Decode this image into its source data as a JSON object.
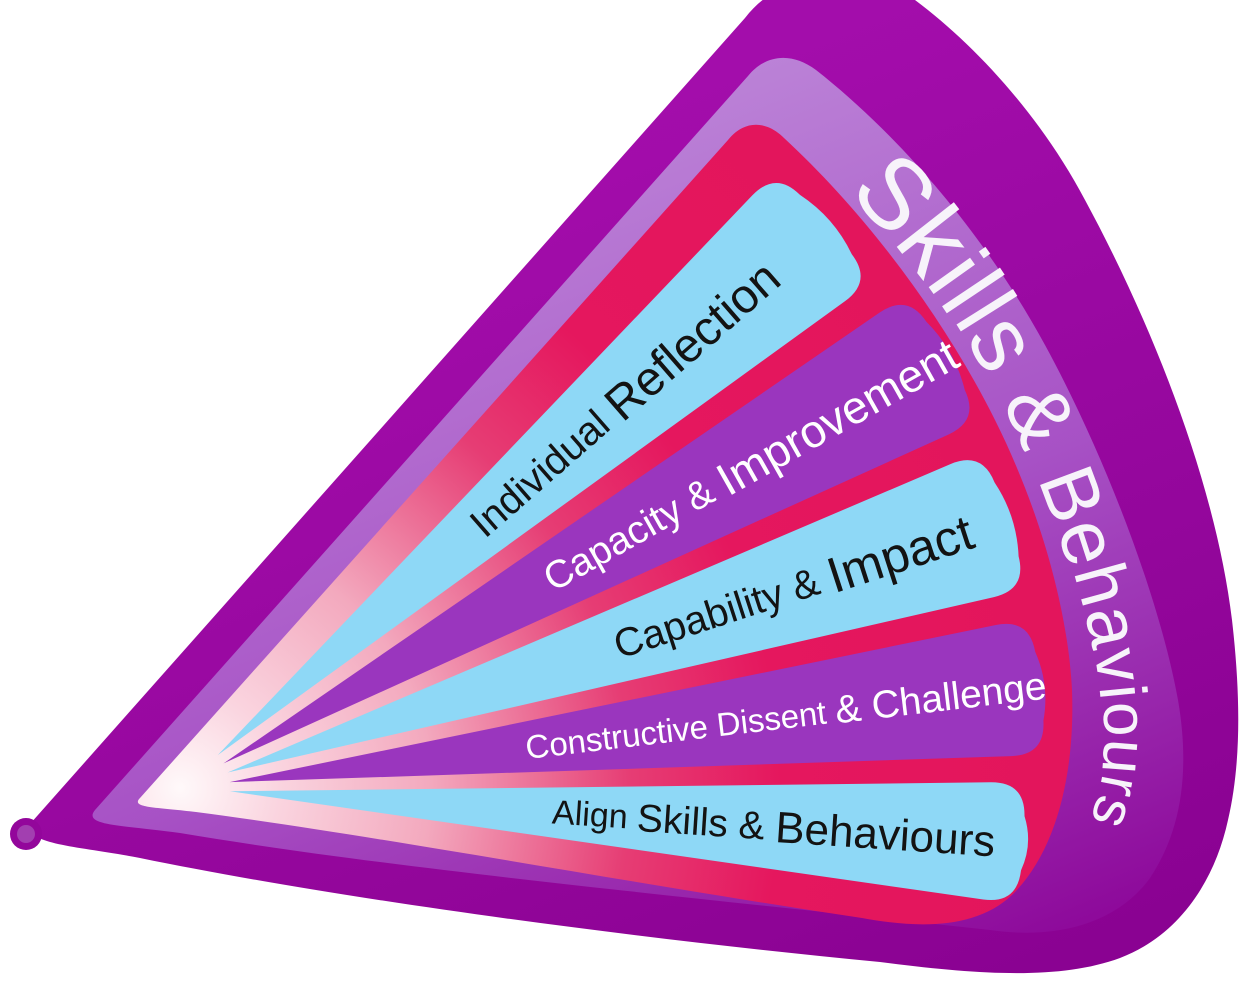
{
  "title": {
    "text": "Skills & Behaviours",
    "parts": [
      {
        "text": "Sk",
        "size": 100
      },
      {
        "text": "il",
        "size": 96
      },
      {
        "text": "ls",
        "size": 92
      },
      {
        "text": " & ",
        "size": 86
      },
      {
        "text": "Be",
        "size": 78
      },
      {
        "text": "ha",
        "size": 72
      },
      {
        "text": "vi",
        "size": 66
      },
      {
        "text": "ou",
        "size": 62
      },
      {
        "text": "rs",
        "size": 58
      }
    ]
  },
  "segments": [
    {
      "label": "Individual Reflection",
      "parts": [
        {
          "text": "Individual ",
          "size": 40
        },
        {
          "text": "Reflection",
          "size": 48
        }
      ],
      "fill": "#8ED8F6",
      "text_color": "#131313"
    },
    {
      "label": "Capacity & Improvement",
      "parts": [
        {
          "text": "Capacity & ",
          "size": 39
        },
        {
          "text": "Improvement",
          "size": 46
        }
      ],
      "fill": "#9A36BE",
      "text_color": "#FFFFFF"
    },
    {
      "label": "Capability & Impact",
      "parts": [
        {
          "text": "Capability & ",
          "size": 40
        },
        {
          "text": "Impact",
          "size": 50
        }
      ],
      "fill": "#8ED8F6",
      "text_color": "#131313"
    },
    {
      "label": "Constructive Dissent & Challenge",
      "parts": [
        {
          "text": "Constructive Dissent ",
          "size": 33
        },
        {
          "text": "& Challenge",
          "size": 39
        }
      ],
      "fill": "#9A36BE",
      "text_color": "#FFFFFF"
    },
    {
      "label": "Align Skills & Behaviours",
      "parts": [
        {
          "text": "Align ",
          "size": 34
        },
        {
          "text": "Skills & ",
          "size": 39
        },
        {
          "text": "Behaviours",
          "size": 44
        }
      ],
      "fill": "#8ED8F6",
      "text_color": "#131313"
    }
  ],
  "colors": {
    "background": "#FFFFFF",
    "outer_border_light": "#A30DAB",
    "outer_border_dark": "#8A0292",
    "apex_bulb": "#93069B",
    "apex_bulb_inner": "#A23FB0",
    "band_light": "#BB82D7",
    "band_mid": "#A751C5",
    "band_dark": "#8C0598",
    "crimson_pale": "#FFF9FA",
    "crimson_soft": "#F3A9BE",
    "crimson": "#E5175E",
    "segment_blue": "#8ED8F6",
    "segment_purple": "#9A36BE",
    "title_text": "#F7F3FA"
  }
}
